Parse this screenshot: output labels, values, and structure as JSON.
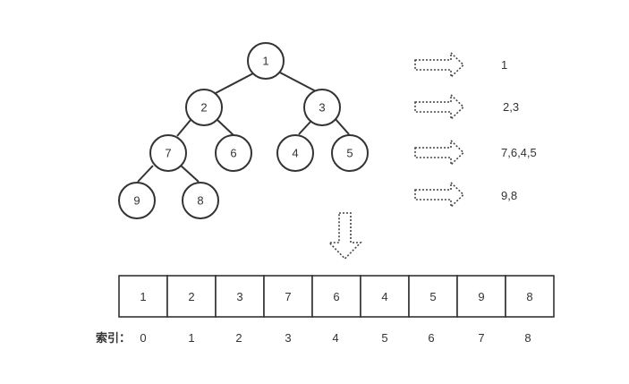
{
  "tree": {
    "levels": [
      [
        "1"
      ],
      [
        "2",
        "3"
      ],
      [
        "7",
        "6",
        "4",
        "5"
      ],
      [
        "9",
        "8"
      ]
    ]
  },
  "level_labels": [
    "1",
    "2,3",
    "7,6,4,5",
    "9,8"
  ],
  "array": {
    "values": [
      "1",
      "2",
      "3",
      "7",
      "6",
      "4",
      "5",
      "9",
      "8"
    ],
    "index_label": "索引：",
    "indices": [
      "0",
      "1",
      "2",
      "3",
      "4",
      "5",
      "6",
      "7",
      "8"
    ]
  }
}
